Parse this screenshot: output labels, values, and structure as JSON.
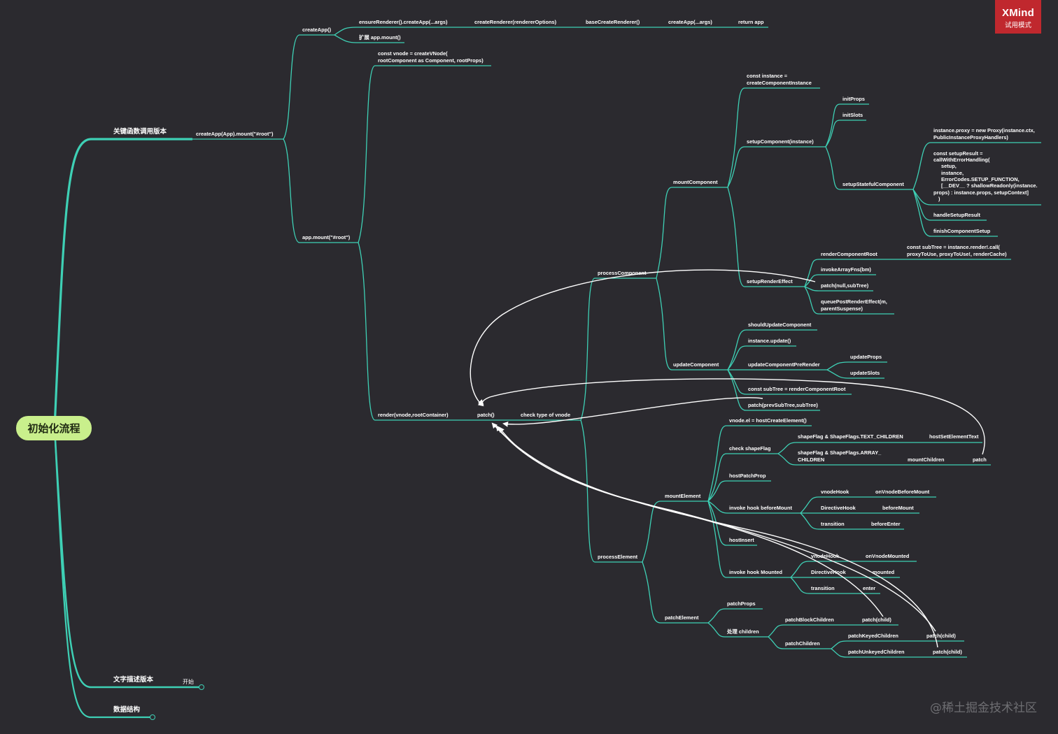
{
  "badge": {
    "title": "XMind",
    "subtitle": "试用模式"
  },
  "watermark": "@稀土掘金技术社区",
  "colors": {
    "background": "#2b2a2f",
    "branch": "#3ed0b5",
    "root_fill": "#c9ef8c",
    "arrow": "#ffffff",
    "badge": "#c0282e"
  },
  "mindmap": {
    "root": "初始化流程",
    "sections": {
      "key_calls": "关键函数调用版本",
      "text_desc": "文字描述版本",
      "start": "开始",
      "data_struct": "数据结构"
    },
    "nodes": {
      "createAppMount": "createApp(App).mount(\"#root\")",
      "createApp": "createApp()",
      "ensureRenderer": "ensureRenderer().createApp(...args)",
      "createRenderer": "createRenderer(rendererOptions)",
      "baseCreateRenderer": "baseCreateRenderer()",
      "createAppArgs": "createApp(...args)",
      "returnApp": "return app",
      "extendMount": "扩展 app.mount()",
      "appMount": "app.mount(\"#root\")",
      "constVnode1": "const vnode = createVNode(",
      "constVnode2": "rootComponent as Component, rootProps)",
      "render": "render(vnode,rootContainer)",
      "patch": "patch()",
      "checkType": "check type of vnode",
      "processComponent": "processComponent",
      "mountComponent": "mountComponent",
      "constInstance1": "const instance =",
      "constInstance2": "createComponentInstance",
      "setupComponent": "setupComponent(instance)",
      "initProps": "initProps",
      "initSlots": "initSlots",
      "setupStateful": "setupStatefulComponent",
      "proxy1": "instance.proxy = new Proxy(instance.ctx,",
      "proxy2": "PublicInstanceProxyHandlers)",
      "setupResult1": " const setupResult =",
      "setupResult2": "callWithErrorHandling(",
      "setupResult3": "setup,",
      "setupResult4": "instance,",
      "setupResult5": "ErrorCodes.SETUP_FUNCTION,",
      "setupResult6": "[__DEV__ ? shallowReadonly(instance.",
      "setupResult7": "props) : instance.props, setupContext]",
      "setupResult8": ")",
      "handleSetupResult": "handleSetupResult",
      "finishComponentSetup": "finishComponentSetup",
      "setupRenderEffect": "setupRenderEffect",
      "renderComponentRoot": "renderComponentRoot",
      "subTreeCall1": "const subTree = instance.render!.call(",
      "subTreeCall2": "proxyToUse, proxyToUse!, renderCache)",
      "invokeArrayFns": "invokeArrayFns(bm)",
      "patchNull": "patch(null,subTree)",
      "queuePost1": "queuePostRenderEffect(m,",
      "queuePost2": "parentSuspense)",
      "updateComponent": "updateComponent",
      "shouldUpdate": "shouldUpdateComponent",
      "instanceUpdate": "instance.update()",
      "updatePreRender": "updateComponentPreRender",
      "updateProps": "updateProps",
      "updateSlots": "updateSlots",
      "subTreeRender": "const subTree = renderComponentRoot",
      "patchPrevSub": "patch(prevSubTree,subTree)",
      "processElement": "processElement",
      "mountElement": "mountElement",
      "vnodeEl": "vnode.el = hostCreateElement()",
      "checkShapeFlag": "check shapeFlag",
      "shapeText": "shapeFlag & ShapeFlags.TEXT_CHILDREN",
      "hostSetElementText": "hostSetElementText",
      "shapeArray1": "shapeFlag & ShapeFlags.ARRAY_",
      "shapeArray2": "CHILDREN",
      "mountChildren": "mountChildren",
      "patchLeaf": "patch",
      "hostPatchProp": "hostPatchProp",
      "hookBeforeMount": "invoke hook beforeMount",
      "vnodeHook1": "vnodeHook",
      "onVnodeBeforeMount": "onVnodeBeforeMount",
      "directiveHook1": "DirectiveHook",
      "beforeMount": "beforeMount",
      "transition1": "transition",
      "beforeEnter": "beforeEnter",
      "hostInsert": "hostInsert",
      "hookMounted": "invoke hook Mounted",
      "vnodeHook2": "vnodeHook",
      "onVnodeMounted": "onVnodeMounted",
      "directiveHook2": "DirectiveHook",
      "mounted": "mounted",
      "transition2": "transition",
      "enter": "enter",
      "patchElement": "patchElement",
      "patchProps": "patchProps",
      "handleChildren": "处理 children",
      "patchBlockChildren": "patchBlockChildren",
      "patchChild1": "patch(child)",
      "patchChildren": "patchChildren",
      "patchKeyedChildren": "patchKeyedChildren",
      "patchChild2": "patch(child)",
      "patchUnkeyedChildren": "patchUnkeyedChildren",
      "patchChild3": "patch(child)"
    }
  }
}
